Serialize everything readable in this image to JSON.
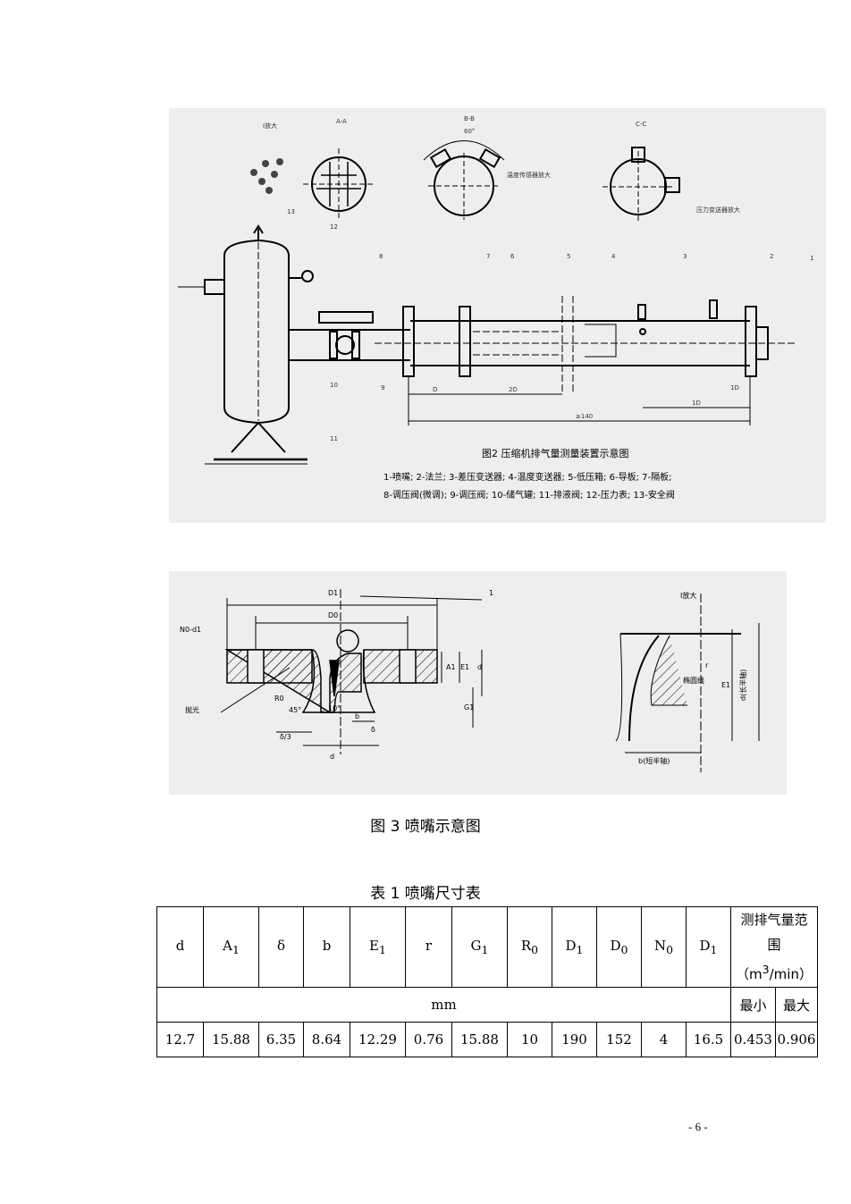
{
  "figure2": {
    "view_labels": [
      "I放大",
      "A-A",
      "B-B",
      "C-C"
    ],
    "angle_label": "60°",
    "callout_b": "温度传感器放大",
    "callout_c": "压力变送器放大",
    "part_numbers": [
      "1",
      "2",
      "3",
      "4",
      "5",
      "6",
      "7",
      "8",
      "9",
      "10",
      "11",
      "12",
      "13"
    ],
    "dims": [
      "D",
      "2D",
      "≥140",
      "1D",
      "1D"
    ],
    "title": "图2 压缩机排气量测量装置示意图",
    "legend_line1": "1-喷嘴; 2-法兰; 3-差压变送器; 4-温度变送器; 5-低压箱; 6-导板; 7-隔板;",
    "legend_line2": "8-调压阀(微调); 9-调压阀; 10-储气罐; 11-排液阀; 12-压力表; 13-安全阀"
  },
  "figure3": {
    "labels": {
      "D1": "D1",
      "D0": "D0",
      "n0d1": "N0-d1",
      "one": "1",
      "A1": "A1",
      "E1": "E1",
      "d": "d",
      "G1": "G1",
      "R0": "R0",
      "angle45": "45°",
      "angle10": "10°",
      "b": "b",
      "delta": "δ",
      "d3": "δ/3",
      "d_bottom": "d",
      "polish": "抛光",
      "enlarge": "I放大",
      "r": "r",
      "ellipse": "椭圆线",
      "E1_right": "E1",
      "d_long": "d(长半轴)",
      "b_short": "b(短半轴)"
    },
    "caption": "图 3 喷嘴示意图"
  },
  "table": {
    "title": "表 1 喷嘴尺寸表",
    "headers": [
      "d",
      "A1",
      "δ",
      "b",
      "E1",
      "r",
      "G1",
      "R0",
      "D1",
      "D0",
      "N0",
      "D1"
    ],
    "header_main": [
      "d",
      "A",
      "δ",
      "b",
      "E",
      "r",
      "G",
      "R",
      "D",
      "D",
      "N",
      "D"
    ],
    "header_sub": [
      "",
      "1",
      "",
      "",
      "1",
      "",
      "1",
      "0",
      "1",
      "0",
      "0",
      "1"
    ],
    "range_header_line1": "测排气量范",
    "range_header_line2": "围（m",
    "range_header_sup": "3",
    "range_header_line2_end": "/min）",
    "unit": "mm",
    "min_label": "最小",
    "max_label": "最大",
    "values": [
      "12.7",
      "15.88",
      "6.35",
      "8.64",
      "12.29",
      "0.76",
      "15.88",
      "10",
      "190",
      "152",
      "4",
      "16.5",
      "0.453",
      "0.906"
    ]
  },
  "page_number": "- 6 -"
}
